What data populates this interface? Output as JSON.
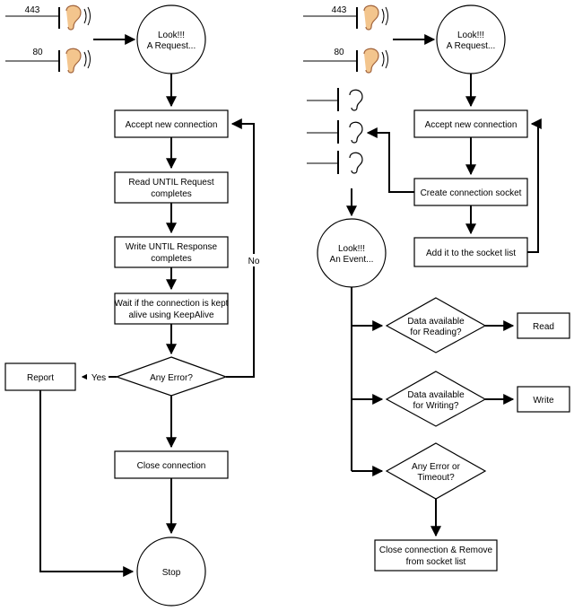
{
  "left": {
    "ports": [
      "443",
      "80"
    ],
    "start_node": [
      "Look!!!",
      "A Request..."
    ],
    "steps": {
      "accept": [
        "Accept new connection"
      ],
      "read": [
        "Read UNTIL Request",
        "completes"
      ],
      "write": [
        "Write UNTIL Response",
        "completes"
      ],
      "wait": [
        "Wait if the connection is kept",
        "alive using KeepAlive"
      ],
      "error": [
        "Any Error?"
      ],
      "report": [
        "Report"
      ],
      "close": [
        "Close connection"
      ],
      "stop": [
        "Stop"
      ]
    },
    "edge_labels": {
      "yes": "Yes",
      "no": "No"
    }
  },
  "right": {
    "ports": [
      "443",
      "80"
    ],
    "start_node": [
      "Look!!!",
      "A Request..."
    ],
    "steps": {
      "accept": [
        "Accept new connection"
      ],
      "create_socket": [
        "Create connection socket"
      ],
      "add_list": [
        "Add it to the socket list"
      ],
      "event": [
        "Look!!!",
        "An Event..."
      ],
      "read_q": [
        "Data available",
        "for Reading?"
      ],
      "write_q": [
        "Data available",
        "for Writing?"
      ],
      "err_q": [
        "Any Error or",
        "Timeout?"
      ],
      "read": [
        "Read"
      ],
      "write": [
        "Write"
      ],
      "close_remove": [
        "Close connection & Remove",
        "from socket list"
      ]
    }
  }
}
